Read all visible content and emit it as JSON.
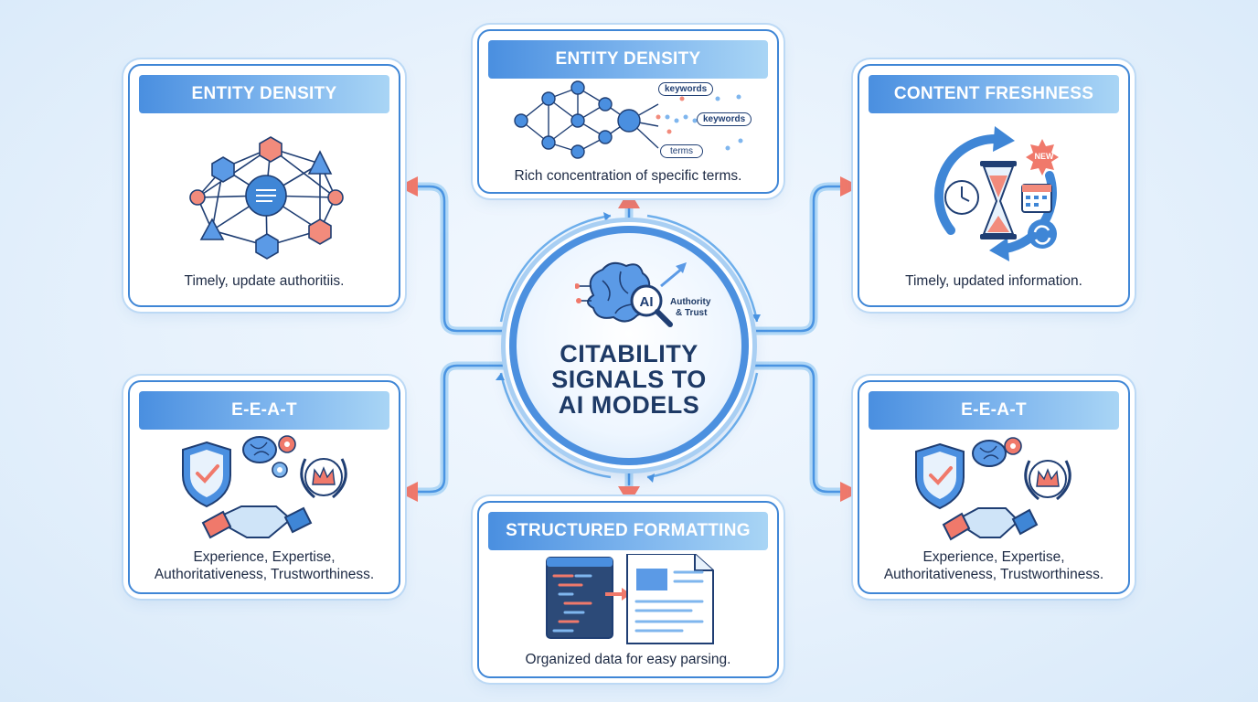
{
  "hub": {
    "title_line1": "CITABILITY",
    "title_line2": "SIGNALS TO",
    "title_line3": "AI MODELS",
    "icon_text": "AI",
    "tag_line1": "Authority",
    "tag_line2": "& Trust"
  },
  "cards": {
    "top_left": {
      "title": "ENTITY DENSITY",
      "description": "Timely, update authoritiis."
    },
    "top_center": {
      "title": "ENTITY DENSITY",
      "description": "Rich concentration of specific terms.",
      "bubble1": "keywords",
      "bubble2": "keywords",
      "bubble3": "terms"
    },
    "top_right": {
      "title": "CONTENT FRESHNESS",
      "description": "Timely, updated information.",
      "badge": "NEW"
    },
    "bottom_left": {
      "title": "E-E-A-T",
      "description_line1": "Experience, Expertise,",
      "description_line2": "Authoritativeness, Trustworthiness."
    },
    "bottom_center": {
      "title": "STRUCTURED FORMATTING",
      "description": "Organized data for easy parsing."
    },
    "bottom_right": {
      "title": "E-E-A-T",
      "description_line1": "Experience, Expertise,",
      "description_line2": "Authoritativeness, Trustworthiness."
    }
  },
  "colors": {
    "accent_blue": "#4a8fe0",
    "arrow_coral": "#f0796b",
    "text_dark": "#1d2a44"
  }
}
